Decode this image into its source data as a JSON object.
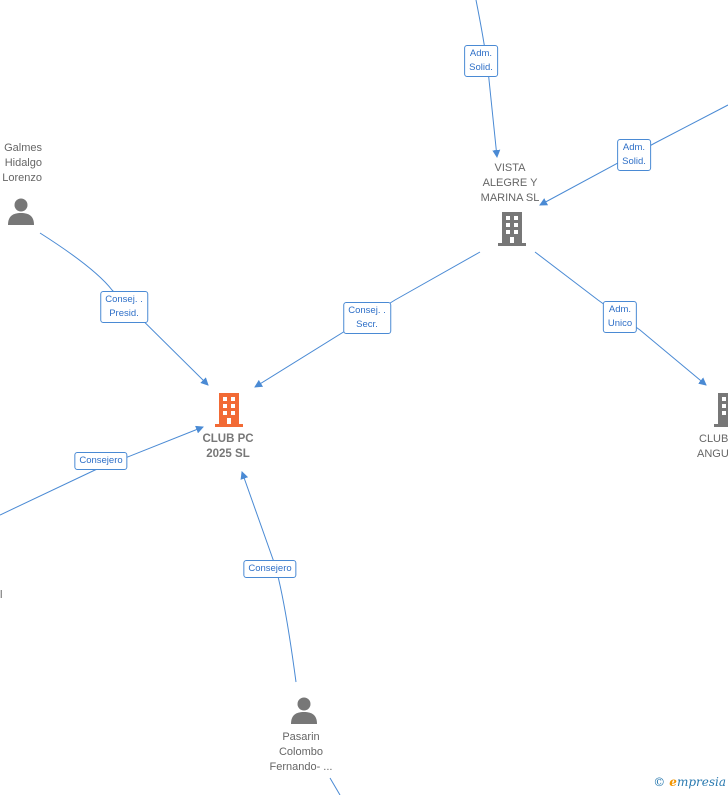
{
  "nodes": {
    "vista": {
      "lines": [
        "VISTA",
        "ALEGRE Y",
        "MARINA  SL"
      ]
    },
    "club2025": {
      "lines": [
        "CLUB PC",
        "2025  SL"
      ]
    },
    "clubangu": {
      "lines": [
        "CLUB",
        "ANGU"
      ]
    },
    "galmes": {
      "lines": [
        "Galmes",
        "Hidalgo",
        "Lorenzo"
      ]
    },
    "pasarin": {
      "lines": [
        "Pasarin",
        "Colombo",
        "Fernando- ..."
      ]
    },
    "leftcut": {
      "lines": [
        "l"
      ]
    }
  },
  "relations": {
    "top_vista": [
      "Adm.",
      "Solid."
    ],
    "right_vista": [
      "Adm.",
      "Solid."
    ],
    "galmes_club": [
      "Consej. .",
      "Presid."
    ],
    "vista_club": [
      "Consej. .",
      "Secr."
    ],
    "vista_angu": [
      "Adm.",
      "Unico"
    ],
    "left_club": [
      "Consejero"
    ],
    "pasarin_club": [
      "Consejero"
    ]
  },
  "colors": {
    "edge": "#4a8ad4",
    "building": "#777777",
    "main_building": "#f26a35",
    "person": "#777777"
  },
  "icons": {
    "building": "building-icon",
    "person": "person-icon"
  },
  "brand": {
    "copyright": "©",
    "initial": "e",
    "rest": "mpresia"
  }
}
